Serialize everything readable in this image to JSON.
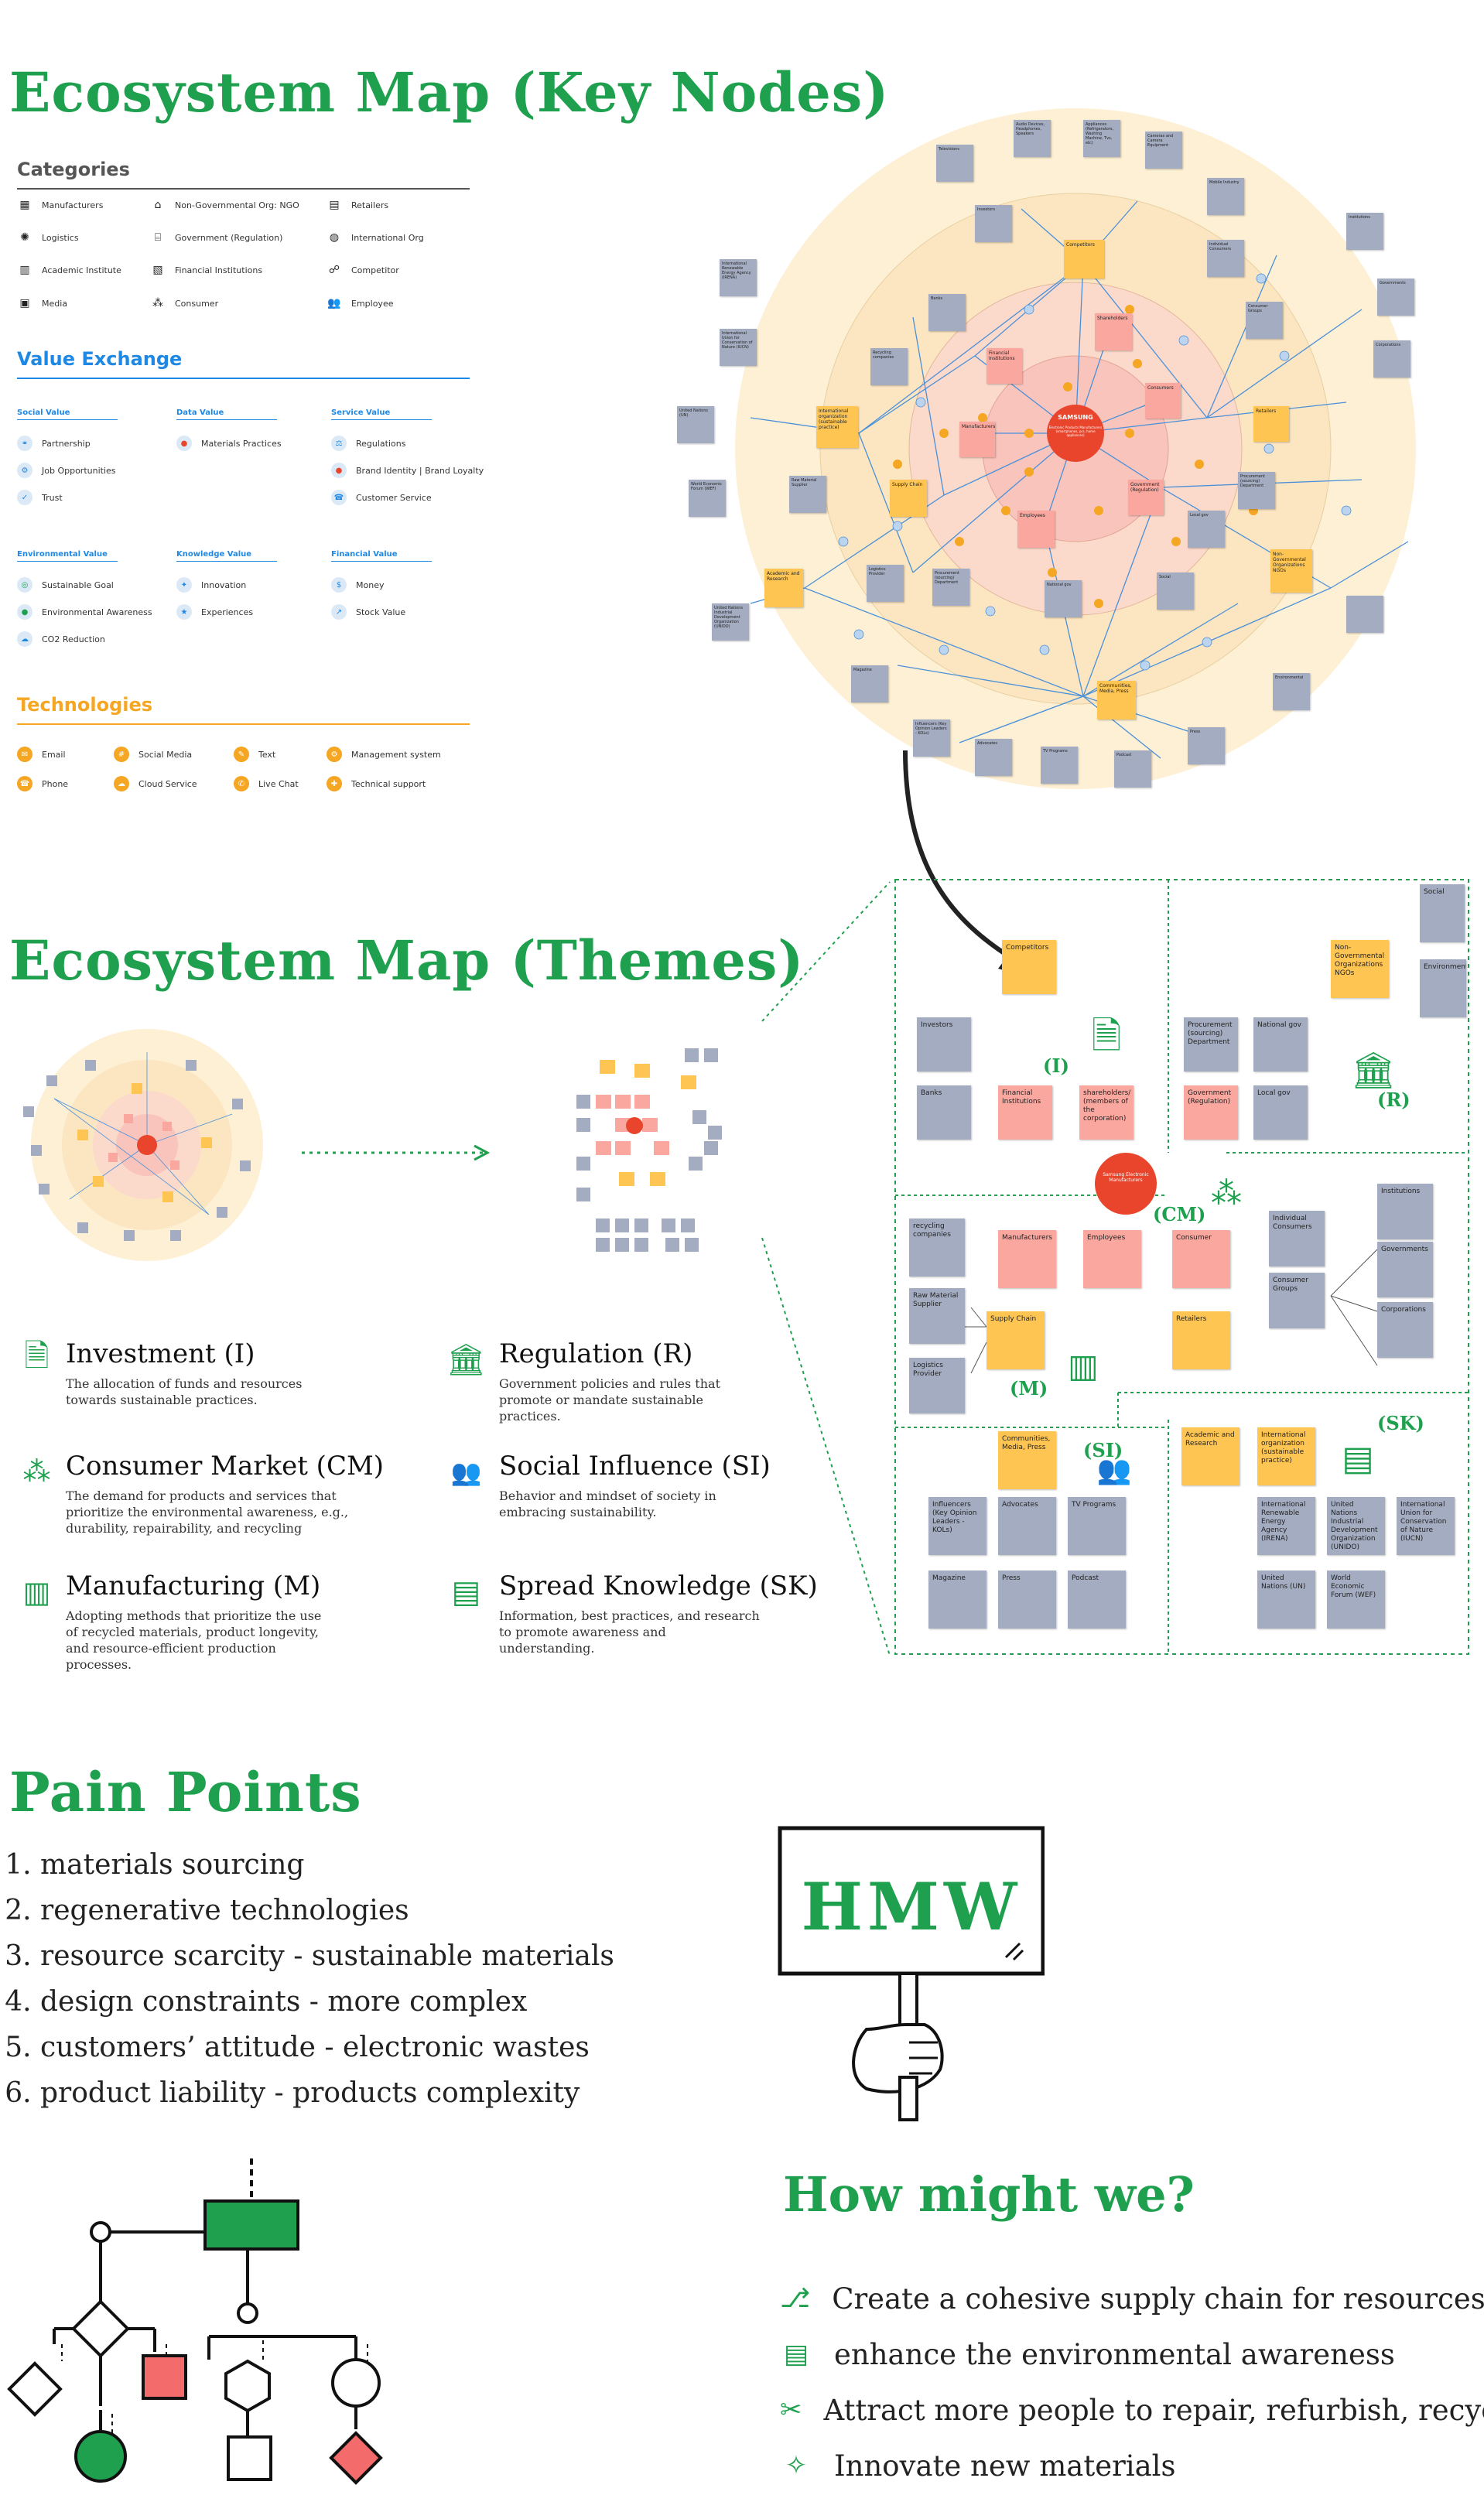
{
  "titles": {
    "key_nodes": "Ecosystem Map (Key Nodes)",
    "themes": "Ecosystem Map (Themes)",
    "pain_points": "Pain Points",
    "how_might_we": "How might we?"
  },
  "categories": {
    "heading": "Categories",
    "items": [
      {
        "label": "Manufacturers",
        "icon": "factory-icon"
      },
      {
        "label": "Non-Governmental Org: NGO",
        "icon": "building-icon"
      },
      {
        "label": "Retailers",
        "icon": "shop-icon"
      },
      {
        "label": "Logistics",
        "icon": "logistics-icon"
      },
      {
        "label": "Government (Regulation)",
        "icon": "government-icon"
      },
      {
        "label": "International Org",
        "icon": "globe-icon"
      },
      {
        "label": "Academic Institute",
        "icon": "school-icon"
      },
      {
        "label": "Financial Institutions",
        "icon": "finance-icon"
      },
      {
        "label": "Competitor",
        "icon": "competitor-icon"
      },
      {
        "label": "Media",
        "icon": "media-icon"
      },
      {
        "label": "Consumer",
        "icon": "consumer-icon"
      },
      {
        "label": "Employee",
        "icon": "employee-icon"
      }
    ]
  },
  "value_exchange": {
    "heading": "Value Exchange",
    "groups": [
      {
        "title": "Social Value",
        "items": [
          "Partnership",
          "Job Opportunities",
          "Trust"
        ]
      },
      {
        "title": "Data Value",
        "items": [
          "Materials Practices"
        ]
      },
      {
        "title": "Service Value",
        "items": [
          "Regulations",
          "Brand Identity | Brand Loyalty",
          "Customer Service"
        ]
      },
      {
        "title": "Environmental Value",
        "items": [
          "Sustainable Goal",
          "Environmental Awareness",
          "CO2 Reduction"
        ]
      },
      {
        "title": "Knowledge Value",
        "items": [
          "Innovation",
          "Experiences"
        ]
      },
      {
        "title": "Financial Value",
        "items": [
          "Money",
          "Stock Value"
        ]
      }
    ]
  },
  "technologies": {
    "heading": "Technologies",
    "items": [
      "Email",
      "Social Media",
      "Text",
      "Management system",
      "Phone",
      "Cloud Service",
      "Live Chat",
      "Technical support"
    ]
  },
  "map": {
    "center": "SAMSUNG",
    "center_sub": "Electronic Products Manufacturers (smartphones, pcs, home appliances)",
    "nodes": {
      "competitors": "Competitors",
      "shareholders": "Shareholders",
      "financial": "Financial Institutions",
      "manufacturers": "Manufacturers",
      "consumers": "Consumers",
      "retailers": "Retailers",
      "government": "Government (Regulation)",
      "employees": "Employees",
      "supply_chain": "Supply Chain",
      "intl_org": "International organization (sustainable practice)",
      "academic": "Academic and Research",
      "ngo": "Non-Governmental Organizations NGOs",
      "media": "Communities, Media, Press"
    },
    "grey_notes": [
      "Televisions",
      "Audio Devices, Headphones, Speakers",
      "Appliances (Refrigerators, Washing Machine, Tvs, etc)",
      "Cameras and Camera Equipment",
      "Mobile Industry",
      "Investors",
      "Institutions",
      "Individual Consumers",
      "Banks",
      "Consumer Groups",
      "Governments",
      "Recycling companies",
      "Corporations",
      "International Renewable Energy Agency (IRENA)",
      "United Nations (UN)",
      "International Union for Conservation of Nature (IUCN)",
      "World Economic Forum (WEF)",
      "Raw Material Supplier",
      "Procurement (sourcing) Department",
      "Local gov",
      "Logistics Provider",
      "Procurement (sourcing) Department",
      "National gov",
      "Social",
      "United Nations Industrial Development Organization (UNIDO)",
      "Magazine",
      "Environmental",
      "Influencers (Key Opinion Leaders - KOLs)",
      "Advocates",
      "TV Programs",
      "Podcast",
      "Press"
    ]
  },
  "detail": {
    "competitors": "Competitors",
    "investors": "Investors",
    "banks": "Banks",
    "financial": "Financial Institutions",
    "shareholders": "shareholders/ (members of the corporation)",
    "ngo": "Non-Governmental Organizations NGOs",
    "social": "Social",
    "environmental": "Environmental",
    "procurement": "Procurement (sourcing) Department",
    "national_gov": "National gov",
    "government": "Government (Regulation)",
    "local_gov": "Local gov",
    "center": "Samsung Electronic Manufacturers",
    "recycling": "recycling companies",
    "manufacturers": "Manufacturers",
    "employees": "Employees",
    "consumer": "Consumer",
    "individual": "Individual Consumers",
    "institutions": "Institutions",
    "governments": "Governments",
    "consumer_groups": "Consumer Groups",
    "corporations": "Corporations",
    "raw_material": "Raw Material Supplier",
    "supply_chain": "Supply Chain",
    "retailers": "Retailers",
    "logistics": "Logistics Provider",
    "media": "Communities, Media, Press",
    "academic": "Academic and Research",
    "intl_org": "International organization (sustainable practice)",
    "influencers": "Influencers (Key Opinion Leaders - KOLs)",
    "advocates": "Advocates",
    "tv": "TV Programs",
    "magazine": "Magazine",
    "press": "Press",
    "podcast": "Podcast",
    "irena": "International Renewable Energy Agency (IRENA)",
    "unido": "United Nations Industrial Development Organization (UNIDO)",
    "iucn": "International Union for Conservation of Nature (IUCN)",
    "un": "United Nations (UN)",
    "wef": "World Economic Forum (WEF)",
    "tags": {
      "i": "(I)",
      "r": "(R)",
      "cm": "(CM)",
      "m": "(M)",
      "si": "(SI)",
      "sk": "(SK)"
    }
  },
  "themes": [
    {
      "title": "Investment (I)",
      "desc": "The allocation of funds and resources towards sustainable practices."
    },
    {
      "title": "Regulation (R)",
      "desc": "Government policies and rules that promote or mandate sustainable practices."
    },
    {
      "title": "Consumer Market (CM)",
      "desc": "The demand for products and services that prioritize the environmental awareness, e.g., durability, repairability, and recycling"
    },
    {
      "title": "Social Influence (SI)",
      "desc": "Behavior and mindset of society in embracing sustainability."
    },
    {
      "title": "Manufacturing (M)",
      "desc": "Adopting methods that prioritize the use of recycled materials, product longevity, and resource-efficient production processes."
    },
    {
      "title": "Spread Knowledge (SK)",
      "desc": "Information, best practices, and research to promote awareness and understanding."
    }
  ],
  "pain_points": [
    "materials sourcing",
    "regenerative technologies",
    "resource scarcity - sustainable materials",
    "design constraints - more complex",
    "customers’ attitude - electronic wastes",
    "product liability - products complexity"
  ],
  "hmw_sign": "HMW",
  "hmw": [
    {
      "text": "Create a cohesive supply chain for resources",
      "icon": "flow-icon"
    },
    {
      "text": "enhance the environmental awareness",
      "icon": "document-icon"
    },
    {
      "text": "Attract more people to repair, refurbish, recycle",
      "icon": "tools-icon"
    },
    {
      "text": "Innovate new materials",
      "icon": "magic-icon"
    }
  ],
  "colors": {
    "green": "#1fa04f",
    "blue": "#1e88e5",
    "orange": "#f5a623",
    "note_grey": "#a3acc0",
    "note_orange": "#ffc552",
    "note_pink": "#f9a79f",
    "red": "#e8452c"
  }
}
